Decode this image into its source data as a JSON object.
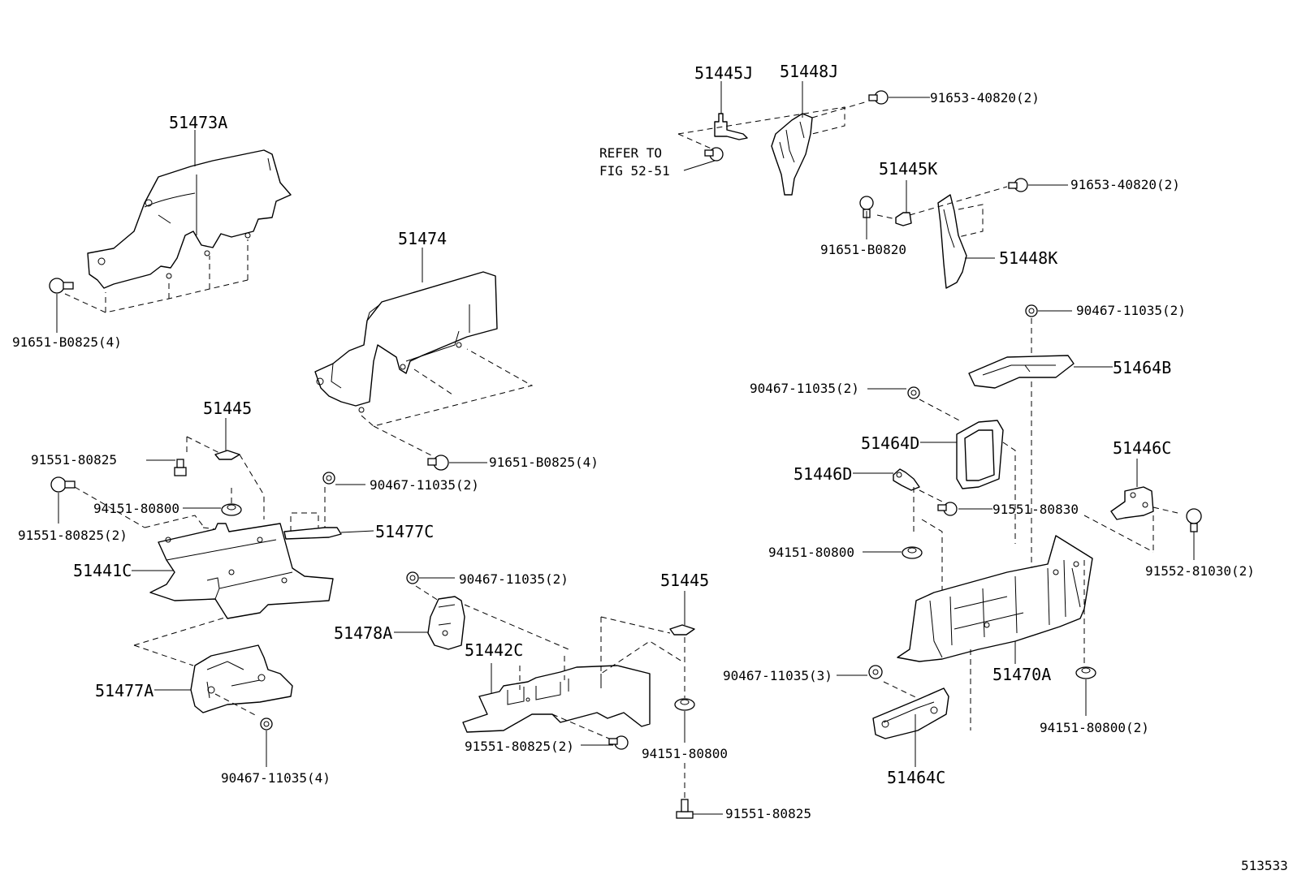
{
  "figure_id": "513533",
  "labels": {
    "p51473A": "51473A",
    "p51474": "51474",
    "p51445J": "51445J",
    "p51448J": "51448J",
    "p51445K": "51445K",
    "p51448K": "51448K",
    "refer_line1": "REFER TO",
    "refer_line2": "FIG 52-51",
    "p51445_a": "51445",
    "p51441C": "51441C",
    "p51477C": "51477C",
    "p51477A": "51477A",
    "p51478A": "51478A",
    "p51442C": "51442C",
    "p51445_b": "51445",
    "p51464B": "51464B",
    "p51464D": "51464D",
    "p51446D": "51446D",
    "p51446C": "51446C",
    "p51470A": "51470A",
    "p51464C": "51464C",
    "f91651_B0825_4_a": "91651-B0825(4)",
    "f91651_B0825_4_b": "91651-B0825(4)",
    "f91653_40820_2_a": "91653-40820(2)",
    "f91653_40820_2_b": "91653-40820(2)",
    "f91651_B0820": "91651-B0820",
    "f90467_11035_2_a": "90467-11035(2)",
    "f90467_11035_2_b": "90467-11035(2)",
    "f90467_11035_2_c": "90467-11035(2)",
    "f90467_11035_2_d": "90467-11035(2)",
    "f90467_11035_3": "90467-11035(3)",
    "f90467_11035_4": "90467-11035(4)",
    "f91551_80825_a": "91551-80825",
    "f91551_80825_2_a": "91551-80825(2)",
    "f91551_80825_2_b": "91551-80825(2)",
    "f91551_80825_b": "91551-80825",
    "f94151_80800_a": "94151-80800",
    "f94151_80800_b": "94151-80800",
    "f94151_80800_c": "94151-80800",
    "f94151_80800_2": "94151-80800(2)",
    "f91551_80830": "91551-80830",
    "f91552_81030_2": "91552-81030(2)"
  }
}
